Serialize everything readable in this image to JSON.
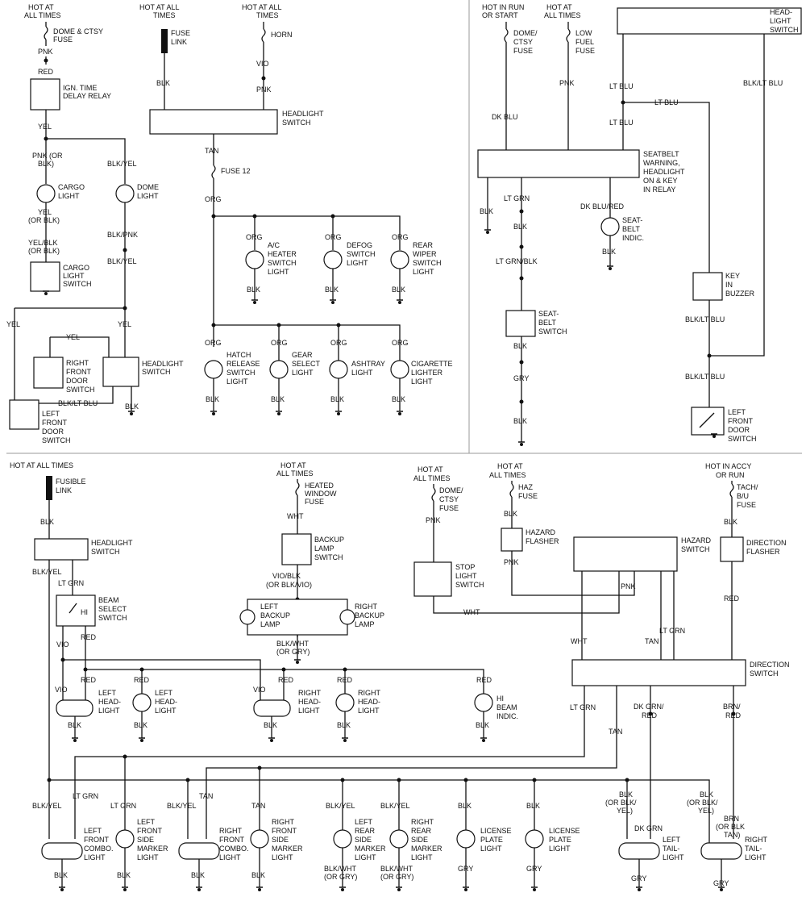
{
  "labels": {
    "hot_at": "HOT AT",
    "all_times": "ALL TIMES",
    "hot_at_all_times": "HOT AT ALL TIMES",
    "hot_at_all": "HOT AT ALL",
    "times": "TIMES",
    "hot_in_run": "HOT IN RUN",
    "or_start": "OR START",
    "hot_in_accy": "HOT IN ACCY",
    "or_run": "OR RUN",
    "dome_ctsy": "DOME & CTSY",
    "fuse": "FUSE",
    "fuse_link": "FUSE",
    "link": "LINK",
    "fusible": "FUSIBLE",
    "horn": "HORN",
    "dome": "DOME/",
    "ctsy": "CTSY",
    "low": "LOW",
    "fuel": "FUEL",
    "heated": "HEATED",
    "window": "WINDOW",
    "haz": "HAZ",
    "tach": "TACH/",
    "bu": "B/U",
    "fuse12": "FUSE 12",
    "ign1": "IGN. TIME",
    "ign2": "DELAY RELAY",
    "headlight": "HEADLIGHT",
    "switch": "SWITCH",
    "head": "HEAD-",
    "light": "LIGHT",
    "cargo": "CARGO",
    "dome_l": "DOME",
    "ac": "A/C",
    "heater": "HEATER",
    "defog": "DEFOG",
    "rear": "REAR",
    "wiper": "WIPER",
    "hatch": "HATCH",
    "release": "RELEASE",
    "gear": "GEAR",
    "select": "SELECT",
    "ashtray": "ASHTRAY",
    "cigarette": "CIGARETTE",
    "lighter": "LIGHTER",
    "right": "RIGHT",
    "left": "LEFT",
    "front": "FRONT",
    "door": "DOOR",
    "seatbelt1": "SEATBELT",
    "seatbelt2": "WARNING,",
    "seatbelt3": "HEADLIGHT",
    "seatbelt4": "ON & KEY",
    "seatbelt5": "IN RELAY",
    "seat": "SEAT-",
    "belt": "BELT",
    "indic": "INDIC.",
    "key": "KEY",
    "in": "IN",
    "buzzer": "BUZZER",
    "beam": "BEAM",
    "hi": "HI",
    "backup": "BACKUP",
    "lamp": "LAMP",
    "stop": "STOP",
    "hazard": "HAZARD",
    "flasher": "FLASHER",
    "direction": "DIRECTION",
    "hi_beam": "BEAM",
    "combo": "COMBO.",
    "side": "SIDE",
    "marker": "MARKER",
    "license": "LICENSE",
    "plate": "PLATE",
    "tail": "TAIL-",
    "head_l": "HEAD-",
    "blk": "BLK",
    "pnk": "PNK",
    "red": "RED",
    "yel": "YEL",
    "vio": "VIO",
    "tan": "TAN",
    "org": "ORG",
    "wht": "WHT",
    "gry": "GRY",
    "pnk_or": "PNK (OR",
    "blk_close": "BLK)",
    "blk_yel": "BLK/YEL",
    "blk_pnk": "BLK/PNK",
    "yel_or": "YEL",
    "or_blk": "(OR BLK)",
    "yel_blk": "YEL/BLK",
    "blk_lt_blu": "BLK/LT BLU",
    "lt_blu": "LT BLU",
    "dk_blu": "DK BLU",
    "lt_grn": "LT GRN",
    "lt_grn_blk": "LT GRN/BLK",
    "dk_blu_red": "DK BLU/RED",
    "vio_blk": "VIO/BLK",
    "or_blk_vio": "(OR BLK/VIO)",
    "blk_wht": "BLK/WHT",
    "or_gry": "(OR GRY)",
    "dk_grn": "DK GRN/",
    "dk_grn2": "DK GRN",
    "brn": "BRN/",
    "brn2": "BRN",
    "or_blk_tan": "(OR BLK",
    "tan_close": "TAN)",
    "or_blk_slash": "(OR BLK/",
    "yel_close": "YEL)"
  }
}
